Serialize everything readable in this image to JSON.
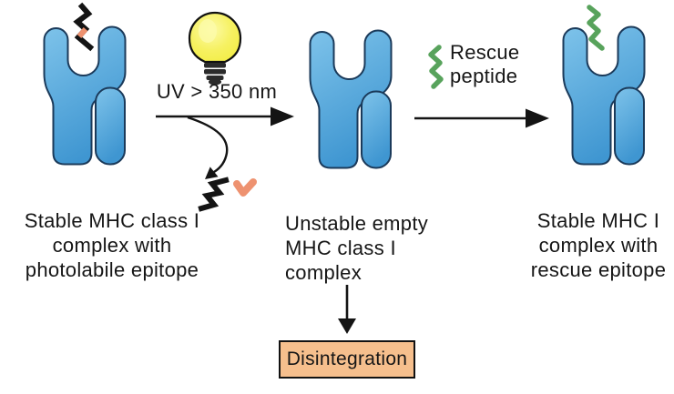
{
  "figure": {
    "stage1_caption": {
      "lines": [
        "Stable MHC class I",
        "complex with",
        "photolabile epitope"
      ]
    },
    "uv_label": "UV > 350 nm",
    "stage2_caption": {
      "lines": [
        "Unstable empty",
        "MHC class I",
        "complex"
      ]
    },
    "rescue_label": {
      "lines": [
        "Rescue",
        "peptide"
      ]
    },
    "stage3_caption": {
      "lines": [
        "Stable MHC I",
        "complex with",
        "rescue epitope"
      ]
    },
    "disintegration_label": "Disintegration",
    "icons": {
      "bulb": "light-bulb-icon",
      "photolabile_peptide": "black-zigzag-peptide-with-orange-photolabile-residue",
      "released_fragments": "black-zigzag-fragment-and-orange-residue-fragment",
      "rescue_peptide": "green-zigzag-peptide",
      "mhc_molecule": "blue-mhc-class-I-molecule"
    },
    "colors": {
      "mhc_blue_light": "#7ec3ea",
      "mhc_blue_dark": "#3f96d1",
      "mhc_outline": "#1b3a5a",
      "bulb_yellow": "#f2ed43",
      "bulb_highlight": "#fdfbaa",
      "orange": "#ee9270",
      "green": "#58a35c",
      "disintegration_fill": "#f6bf8d",
      "arrow_black": "#141414",
      "text": "#161616",
      "background": "#ffffff"
    }
  }
}
